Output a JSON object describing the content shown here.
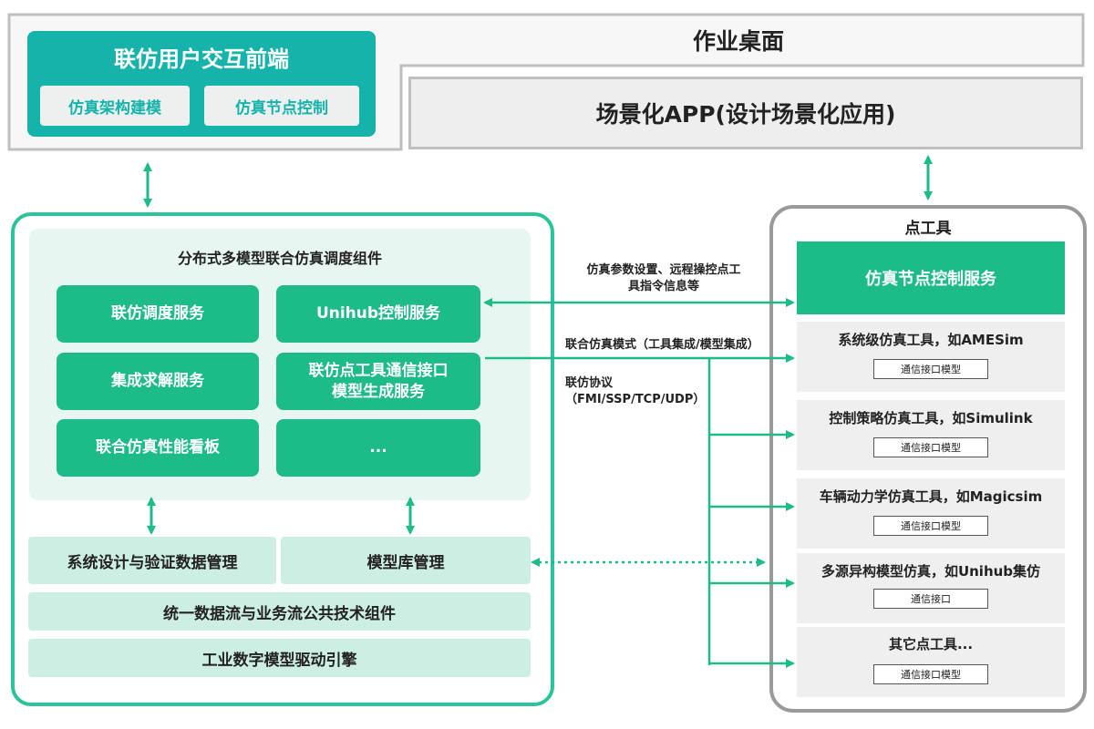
{
  "desktop": {
    "title": "作业桌面"
  },
  "frontend": {
    "title": "联仿用户交互前端",
    "buttons": [
      "仿真架构建模",
      "仿真节点控制"
    ]
  },
  "app": {
    "title": "场景化APP(设计场景化应用)"
  },
  "scheduler": {
    "title": "分布式多模型联合仿真调度组件",
    "services": [
      "联仿调度服务",
      "Unihub控制服务",
      "集成求解服务",
      "联仿点工具通信接口\n模型生成服务",
      "联合仿真性能看板",
      "..."
    ]
  },
  "data_mgmt": {
    "system": "系统设计与验证数据管理",
    "model_lib": "模型库管理"
  },
  "layers": {
    "common": "统一数据流与业务流公共技术组件",
    "engine": "工业数字模型驱动引擎"
  },
  "links": {
    "params": "仿真参数设置、远程操控点工\n具指令信息等",
    "mode": "联合仿真模式（工具集成/模型集成）",
    "protocol": "联仿协议\n（FMI/SSP/TCP/UDP）"
  },
  "point_tools": {
    "title": "点工具",
    "service": "仿真节点控制服务",
    "tools": [
      {
        "name": "系统级仿真工具，如AMESim",
        "iface": "通信接口模型"
      },
      {
        "name": "控制策略仿真工具，如Simulink",
        "iface": "通信接口模型"
      },
      {
        "name": "车辆动力学仿真工具，如Magicsim",
        "iface": "通信接口模型"
      },
      {
        "name": "多源异构模型仿真，如Unihub集仿",
        "iface": "通信接口"
      },
      {
        "name": "其它点工具...",
        "iface": "通信接口模型"
      }
    ]
  },
  "colors": {
    "teal": "#16b3ab",
    "green": "#1dba8a",
    "light_green": "#cdeee2",
    "gray": "#bfbfbf"
  }
}
